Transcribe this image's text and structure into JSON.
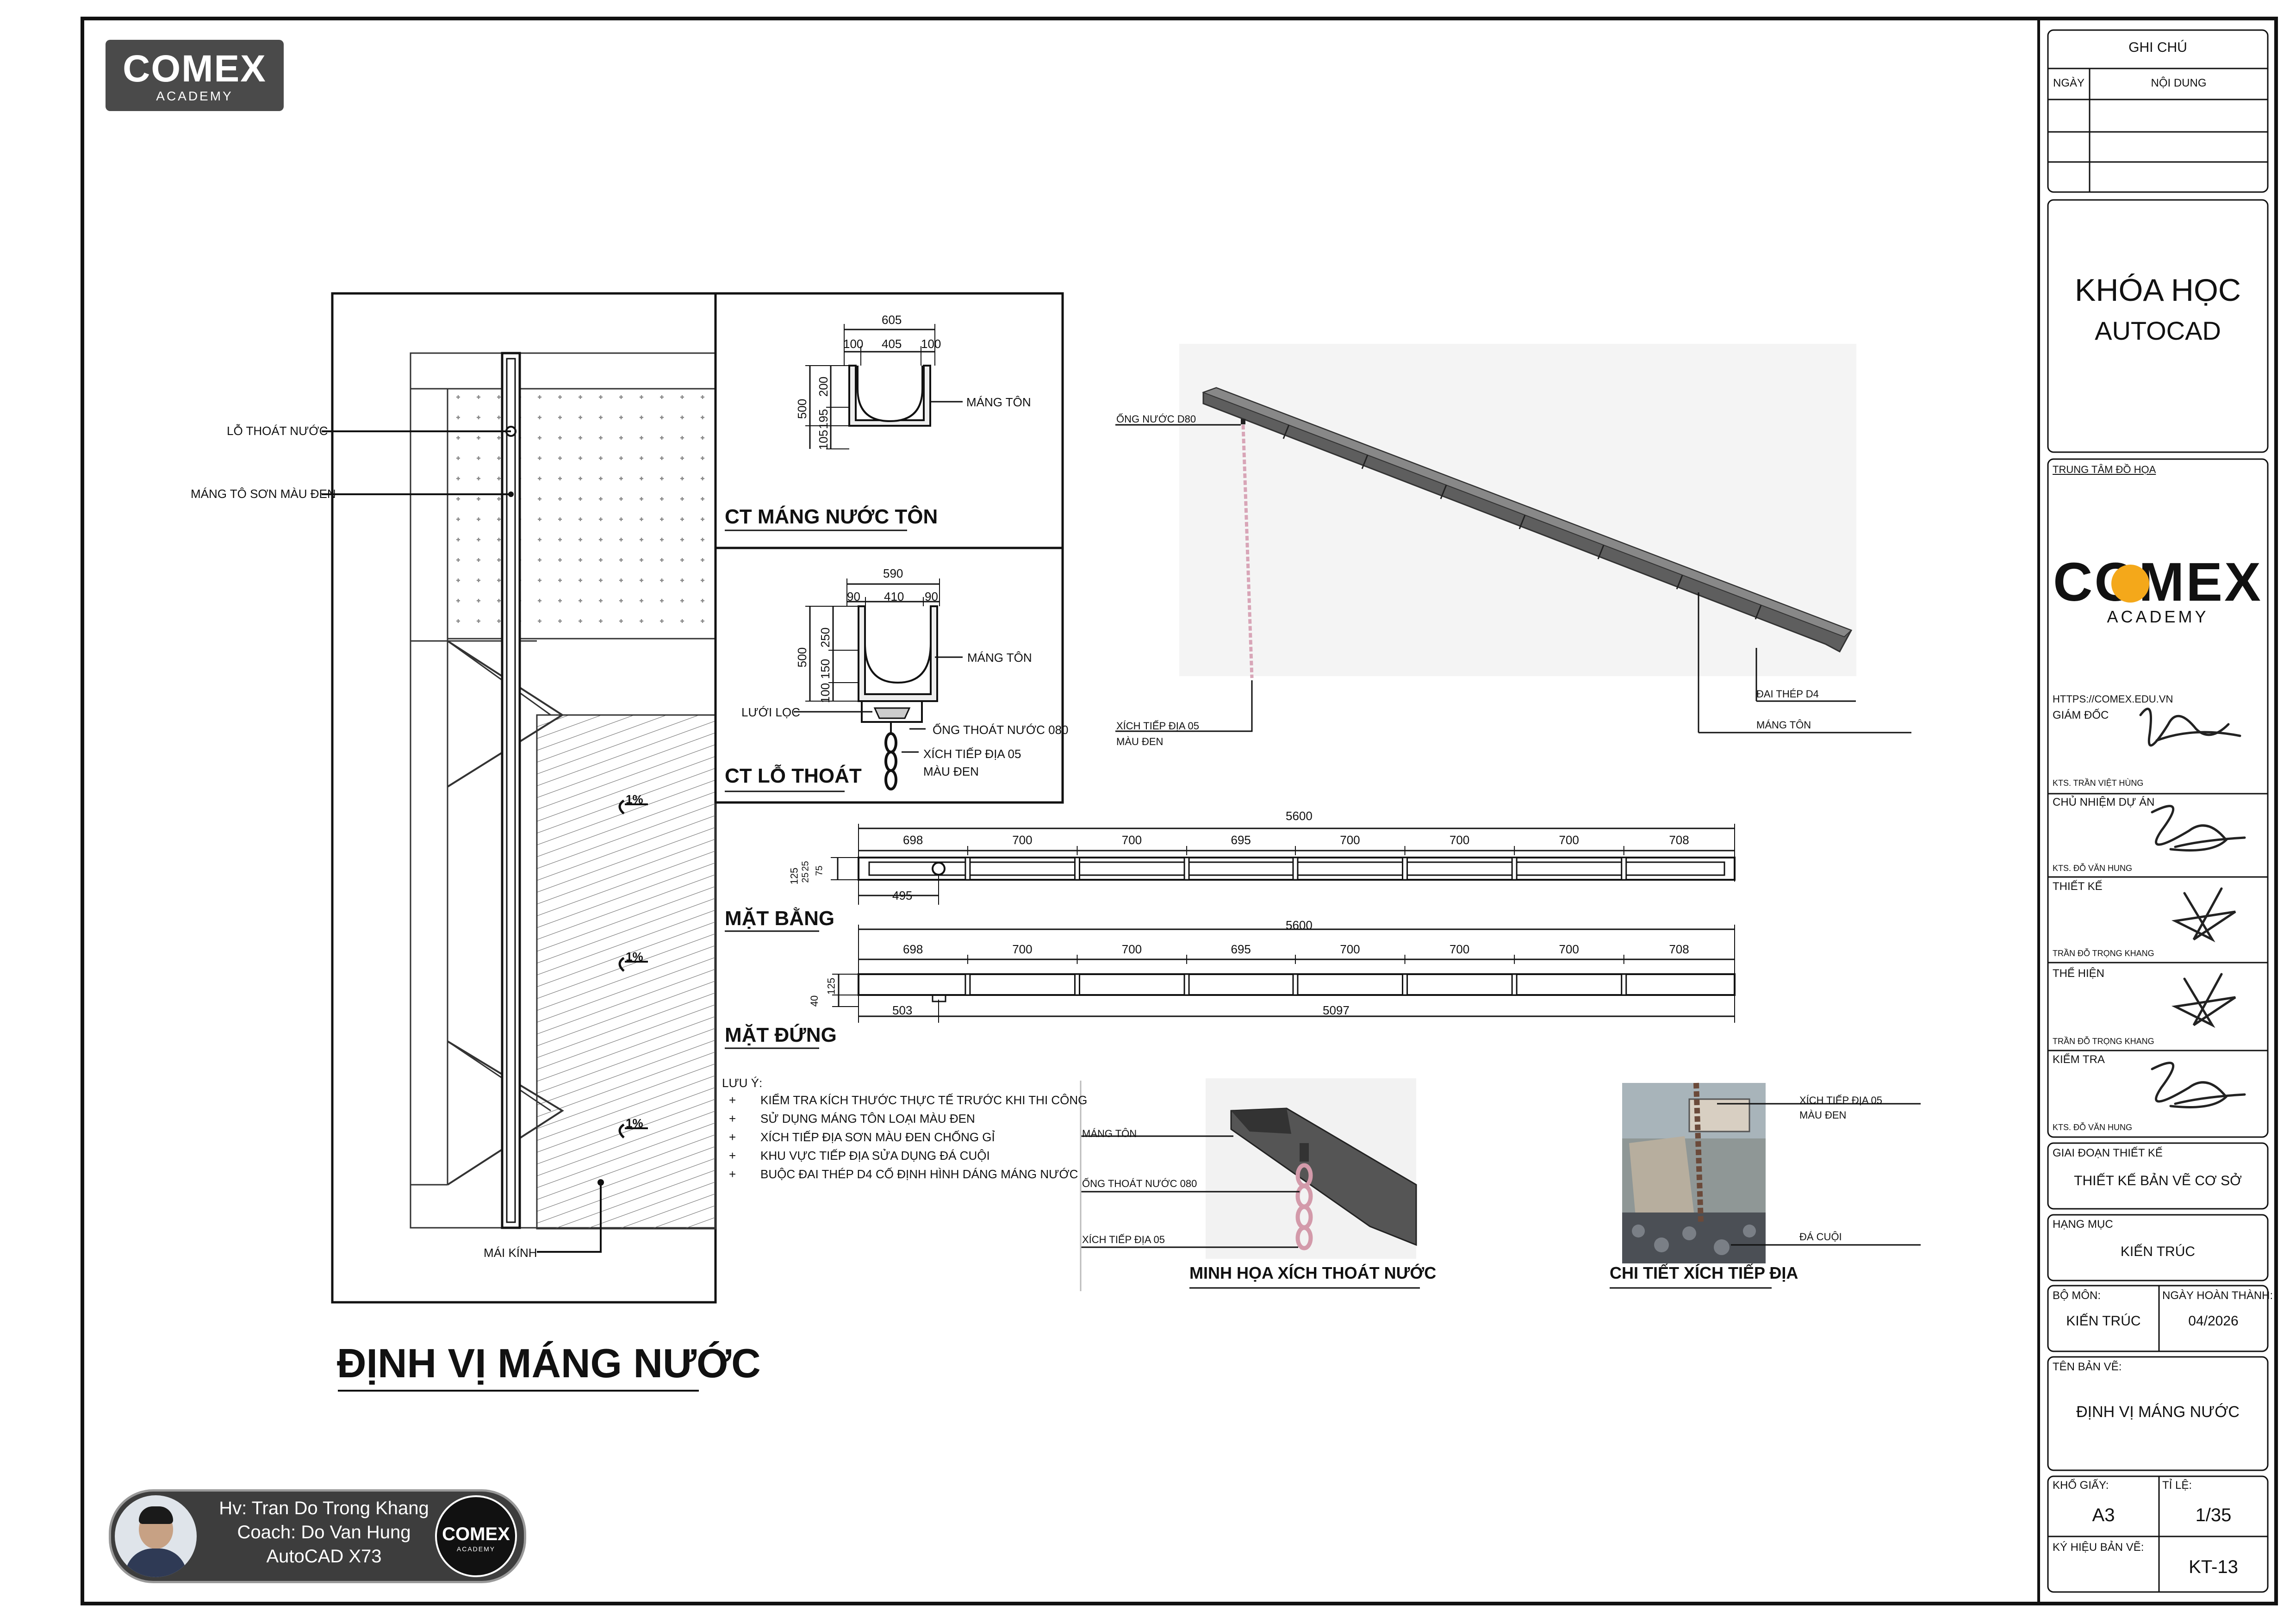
{
  "logo": {
    "main": "COMEX",
    "sub": "ACADEMY"
  },
  "student_card": {
    "student": "Hv: Tran Do Trong Khang",
    "coach": "Coach: Do Van Hung",
    "course": "AutoCAD X73"
  },
  "plan_view": {
    "labels": {
      "lo_thoat": "LỖ THOÁT NƯỚC",
      "mang_to": "MÁNG TÔ SƠN MÀU ĐEN",
      "mai_kinh": "MÁI KÍNH"
    },
    "slopes": [
      "1%",
      "1%",
      "1%"
    ]
  },
  "detail_mang": {
    "title": "CT MÁNG NƯỚC TÔN",
    "dims": {
      "total": "605",
      "left": "100",
      "mid": "405",
      "right": "100",
      "h_total": "500",
      "h_top": "200",
      "h_b1": "195",
      "h_b2": "105"
    },
    "label": "MÁNG TÔN"
  },
  "detail_lo": {
    "title": "CT LỖ THOÁT",
    "dims": {
      "total": "590",
      "left": "90",
      "mid": "410",
      "right": "90",
      "h_total": "500",
      "h_top": "250",
      "h_b1": "150",
      "h_b2": "100"
    },
    "labels": {
      "mang_ton": "MÁNG TÔN",
      "luoi_loc": "LƯỚI LỌC",
      "ong": "ỐNG THOÁT NƯỚC 080",
      "xich": "XÍCH TIẾP ĐỊA 05",
      "mau_den": "MÀU ĐEN"
    }
  },
  "render_3d": {
    "labels": {
      "ong": "ỐNG NƯỚC D80",
      "xich": "XÍCH TIẾP ĐỊA 05",
      "mau_den": "MÀU ĐEN",
      "dai": "ĐAI THÉP D4",
      "mang": "MÁNG TÔN"
    }
  },
  "mat_bang": {
    "title": "MẶT BẰNG",
    "total": "5600",
    "segments": [
      "698",
      "700",
      "700",
      "695",
      "700",
      "700",
      "700",
      "708"
    ],
    "left_dims": [
      "125",
      "25",
      "25",
      "75"
    ],
    "hole_offset": "495"
  },
  "mat_dung": {
    "title": "MẶT ĐỨNG",
    "total": "5600",
    "segments": [
      "698",
      "700",
      "700",
      "695",
      "700",
      "700",
      "700",
      "708"
    ],
    "left_dims": [
      "125",
      "40"
    ],
    "bottom_left": "503",
    "bottom_right": "5097"
  },
  "notes": {
    "heading": "LƯU Ý:",
    "bullet": "+",
    "items": [
      "KIỂM TRA KÍCH THƯỚC THỰC TẾ TRƯỚC KHI THI CÔNG",
      "SỬ DỤNG MÁNG TÔN LOẠI MÀU ĐEN",
      "XÍCH TIẾP ĐỊA SƠN MÀU ĐEN CHỐNG GỈ",
      "KHU VỰC TIẾP ĐỊA SỬA DỤNG ĐÁ CUỘI",
      "BUỘC ĐAI THÉP D4 CỐ ĐỊNH HÌNH DÁNG MÁNG NƯỚC"
    ]
  },
  "photo1": {
    "caption": "MINH HỌA XÍCH THOÁT NƯỚC",
    "labels": {
      "mang": "MÁNG TÔN",
      "ong": "ỐNG THOÁT NƯỚC 080",
      "xich": "XÍCH TIẾP ĐỊA 05"
    }
  },
  "photo2": {
    "caption": "CHI TIẾT XÍCH TIẾP ĐỊA",
    "labels": {
      "xich": "XÍCH TIẾP ĐỊA 05",
      "mau_den": "MÀU ĐEN",
      "da_cuoi": "ĐÁ CUỘI"
    }
  },
  "drawing_title": "ĐỊNH VỊ MÁNG NƯỚC",
  "title_block": {
    "ghi_chu": "GHI CHÚ",
    "ngay": "NGÀY",
    "noi_dung": "NỘI DUNG",
    "course_line1": "KHÓA HỌC",
    "course_line2": "AUTOCAD",
    "center": "TRUNG TÂM ĐỒ HỌA",
    "url": "HTTPS://COMEX.EDU.VN",
    "giam_doc": "GIÁM ĐỐC",
    "giam_doc_name": "KTS. TRẦN VIỆT HÙNG",
    "chu_nhiem": "CHỦ NHIỆM DỰ ÁN",
    "chu_nhiem_name": "KTS. ĐỖ VĂN HUNG",
    "thiet_ke": "THIẾT KẾ",
    "thiet_ke_name": "TRẦN ĐỖ TRỌNG KHANG",
    "the_hien": "THỂ HIỆN",
    "the_hien_name": "TRẦN ĐỖ TRỌNG KHANG",
    "kiem_tra": "KIỂM TRA",
    "kiem_tra_name": "KTS. ĐỖ VĂN HUNG",
    "giai_doan": "GIAI ĐOẠN THIẾT KẾ",
    "giai_doan_val": "THIẾT KẾ BẢN VẼ CƠ SỞ",
    "hang_muc": "HẠNG MỤC",
    "hang_muc_val": "KIẾN TRÚC",
    "bo_mon": "BỘ MÔN:",
    "bo_mon_val": "KIẾN TRÚC",
    "ngay_ht": "NGÀY HOÀN THÀNH:",
    "ngay_ht_val": "04/2026",
    "ten_ban_ve": "TÊN BẢN VẼ:",
    "ten_ban_ve_val": "ĐỊNH VỊ MÁNG NƯỚC",
    "kho_giay": "KHỔ GIẤY:",
    "kho_giay_val": "A3",
    "ti_le": "TỈ LỆ:",
    "ti_le_val": "1/35",
    "ky_hieu": "KÝ HIỆU BẢN VẼ:",
    "ky_hieu_val": "KT-13"
  },
  "colors": {
    "chain": "#d8a5b7",
    "gutter": "#5a5a5a",
    "logo_dot": "#f4a81a",
    "logo_bg": "#4a4a4a",
    "ink": "#111111"
  }
}
